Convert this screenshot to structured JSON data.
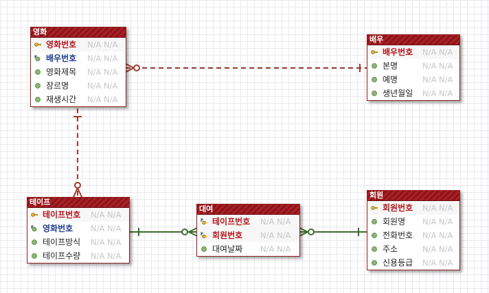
{
  "colors": {
    "entity_header": "#8e1418",
    "primary_key_text": "#b3151a",
    "foreign_key_text": "#1d3c8f",
    "identifying_relationship": "#9a3b2c",
    "non_identifying_relationship": "#3d6b2a",
    "type_text": "#c7c7c7"
  },
  "entities": {
    "movie": {
      "title": "영화",
      "attributes": [
        {
          "icon": "key-icon",
          "name": "영화번호",
          "type": "N/A N/A"
        },
        {
          "icon": "foreign-key-icon",
          "name": "배우번호",
          "type": "N/A N/A"
        },
        {
          "icon": "attribute-dot-icon",
          "name": "영화제목",
          "type": "N/A N/A"
        },
        {
          "icon": "attribute-dot-icon",
          "name": "장르명",
          "type": "N/A N/A"
        },
        {
          "icon": "attribute-dot-icon",
          "name": "재생시간",
          "type": "N/A N/A"
        }
      ]
    },
    "actor": {
      "title": "배우",
      "attributes": [
        {
          "icon": "key-icon",
          "name": "배우번호",
          "type": "N/A N/A"
        },
        {
          "icon": "attribute-dot-icon",
          "name": "본명",
          "type": "N/A N/A"
        },
        {
          "icon": "attribute-dot-icon",
          "name": "예명",
          "type": "N/A N/A"
        },
        {
          "icon": "attribute-dot-icon",
          "name": "생년월일",
          "type": "N/A N/A"
        }
      ]
    },
    "tape": {
      "title": "테이프",
      "attributes": [
        {
          "icon": "key-icon",
          "name": "테이프번호",
          "type": "N/A N/A"
        },
        {
          "icon": "foreign-key-icon",
          "name": "영화번호",
          "type": "N/A N/A"
        },
        {
          "icon": "attribute-dot-icon",
          "name": "테이프방식",
          "type": "N/A N/A"
        },
        {
          "icon": "attribute-dot-icon",
          "name": "테이프수량",
          "type": "N/A N/A"
        }
      ]
    },
    "rental": {
      "title": "대여",
      "attributes": [
        {
          "icon": "foreign-key-pk-icon",
          "name": "테이프번호",
          "type": "N/A N/A"
        },
        {
          "icon": "foreign-key-pk-icon",
          "name": "회원번호",
          "type": "N/A N/A"
        },
        {
          "icon": "attribute-dot-icon",
          "name": "대여날짜",
          "type": "N/A N/A"
        }
      ]
    },
    "member": {
      "title": "회원",
      "attributes": [
        {
          "icon": "key-icon",
          "name": "회원번호",
          "type": "N/A N/A"
        },
        {
          "icon": "attribute-dot-icon",
          "name": "회원명",
          "type": "N/A N/A"
        },
        {
          "icon": "attribute-dot-icon",
          "name": "전화번호",
          "type": "N/A N/A"
        },
        {
          "icon": "attribute-dot-icon",
          "name": "주소",
          "type": "N/A N/A"
        },
        {
          "icon": "attribute-dot-icon",
          "name": "신용등급",
          "type": "N/A N/A"
        }
      ]
    }
  },
  "relationships": [
    {
      "from": "actor",
      "to": "movie",
      "style": "dashed",
      "from_end": "one",
      "to_end": "zero-or-many"
    },
    {
      "from": "movie",
      "to": "tape",
      "style": "dashed",
      "from_end": "one",
      "to_end": "zero-or-many"
    },
    {
      "from": "tape",
      "to": "rental",
      "style": "solid",
      "from_end": "one",
      "to_end": "zero-or-many"
    },
    {
      "from": "member",
      "to": "rental",
      "style": "solid",
      "from_end": "one",
      "to_end": "zero-or-many"
    }
  ]
}
